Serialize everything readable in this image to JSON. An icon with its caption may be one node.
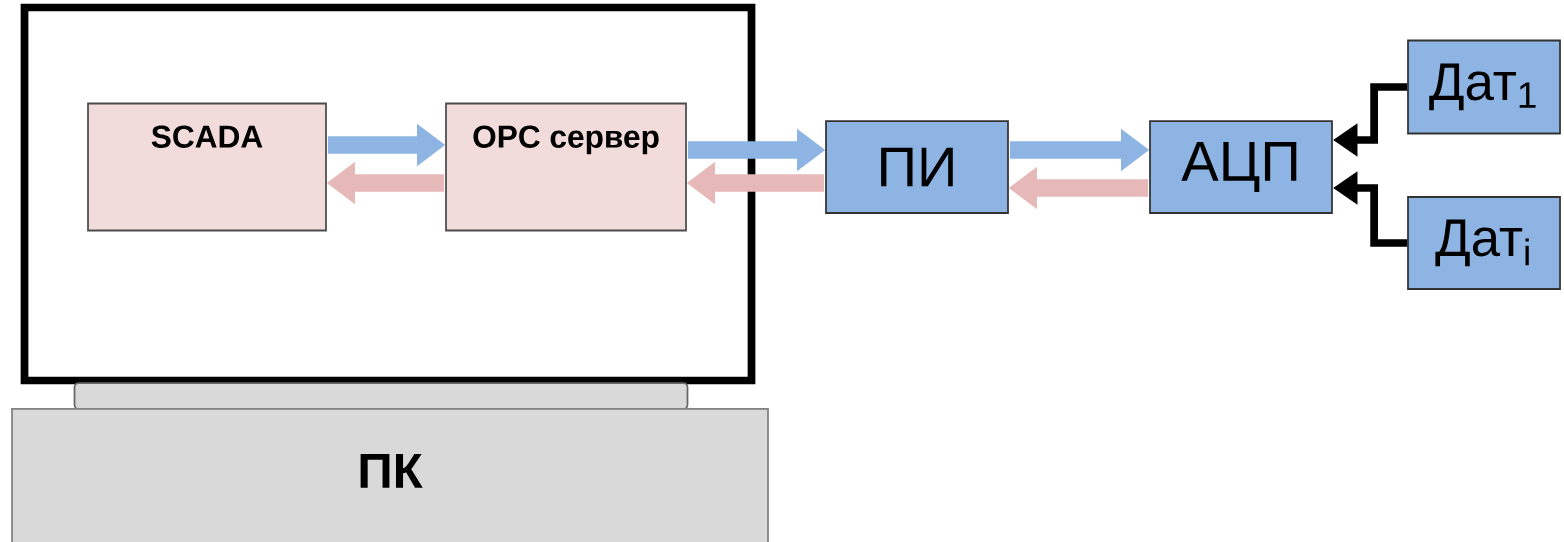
{
  "diagram": {
    "nodes": [
      {
        "text": [],
        "shape": "box"
      },
      {
        "text": [
          "SCADA"
        ],
        "in": 0
      },
      {
        "text": [
          "OPC сервер"
        ],
        "in": 0
      },
      {
        "text": [
          "ПИ"
        ]
      },
      {
        "text": [
          "АЦП"
        ]
      },
      {
        "text": [
          "Дат$_{1}$"
        ]
      },
      {
        "text": [
          "Дат$_{i}$"
        ]
      },
      {
        "text": [],
        "shape": "bar"
      },
      {
        "text": [
          "ПК"
        ]
      }
    ],
    "edges": [
      {
        "from": 1,
        "to": 2,
        "arrow": "to",
        "color": "#8eb4e3"
      },
      {
        "from": 2,
        "to": 1,
        "arrow": "to",
        "color": "#e6b9b8"
      },
      {
        "from": 2,
        "to": 3,
        "arrow": "to",
        "color": "#8eb4e3"
      },
      {
        "from": 3,
        "to": 2,
        "arrow": "to",
        "color": "#e6b9b8"
      },
      {
        "from": 3,
        "to": 4,
        "arrow": "to",
        "color": "#8eb4e3"
      },
      {
        "from": 4,
        "to": 3,
        "arrow": "to",
        "color": "#e6b9b8"
      },
      {
        "from": 5,
        "to": 4,
        "arrow": "to",
        "color": "#000000"
      },
      {
        "from": 6,
        "to": 4,
        "arrow": "to",
        "color": "#000000"
      }
    ]
  }
}
